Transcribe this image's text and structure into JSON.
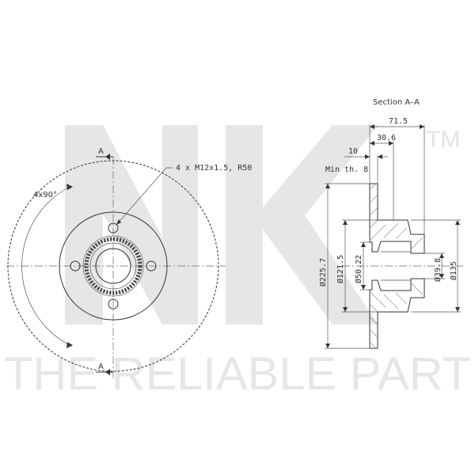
{
  "watermark": {
    "logo_text": "NK",
    "trademark": "TM",
    "slogan": "THE RELIABLE PART",
    "color": "#e6e6e6"
  },
  "front_view": {
    "section_marker_top": "A",
    "section_marker_bottom": "A",
    "angle_label": "4x90°",
    "bolt_callout": "4 x M12x1.5, R50"
  },
  "section_view": {
    "title": "Section A–A",
    "dim_total_depth": "71.5",
    "dim_hub_depth": "30.6",
    "dim_disc_thickness": "10",
    "min_thickness": "Min th. 8",
    "dia_outer": "Ø225.7",
    "dia_hub": "Ø121.5",
    "dia_centering": "Ø50.22",
    "dia_bore": "Ø39.8",
    "dia_flange": "Ø135"
  },
  "colors": {
    "line": "#333333",
    "watermark": "#e6e6e6",
    "background": "#ffffff"
  }
}
